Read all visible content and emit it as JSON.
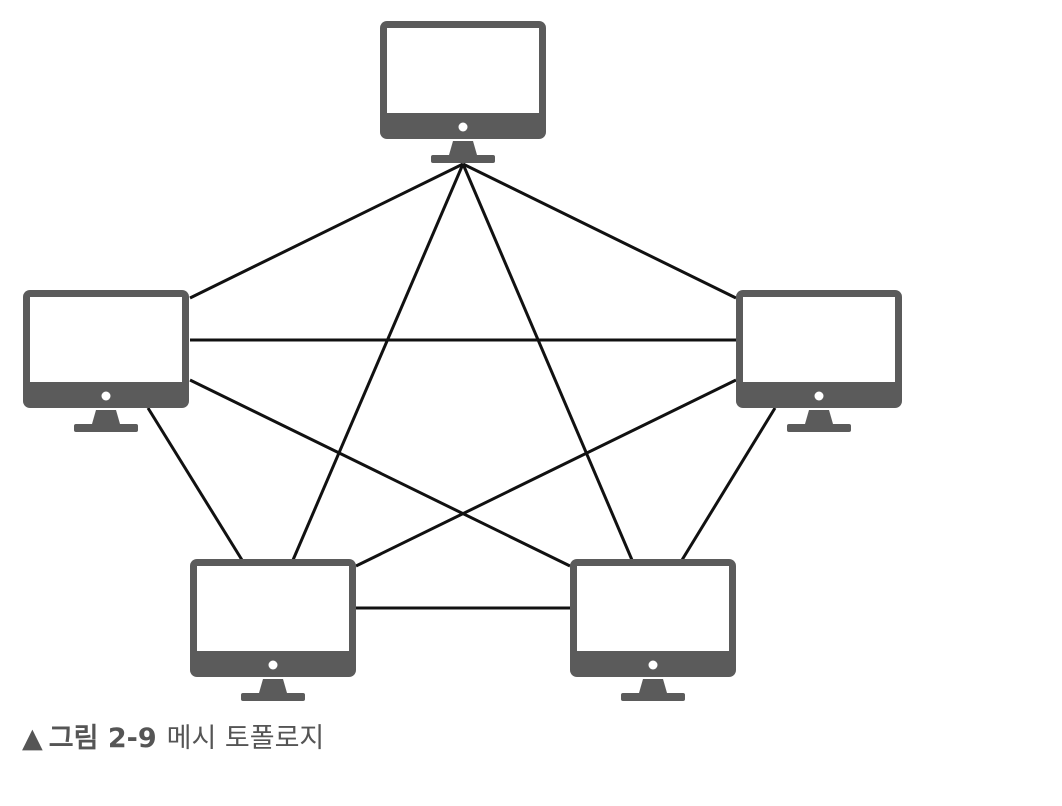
{
  "diagram": {
    "type": "mesh-topology",
    "nodes": [
      {
        "id": "top",
        "kind": "computer-monitor"
      },
      {
        "id": "left",
        "kind": "computer-monitor"
      },
      {
        "id": "right",
        "kind": "computer-monitor"
      },
      {
        "id": "bottom-left",
        "kind": "computer-monitor"
      },
      {
        "id": "bottom-right",
        "kind": "computer-monitor"
      }
    ],
    "edges": [
      [
        "top",
        "left"
      ],
      [
        "top",
        "right"
      ],
      [
        "top",
        "bottom-left"
      ],
      [
        "top",
        "bottom-right"
      ],
      [
        "left",
        "right"
      ],
      [
        "left",
        "bottom-left"
      ],
      [
        "left",
        "bottom-right"
      ],
      [
        "right",
        "bottom-left"
      ],
      [
        "right",
        "bottom-right"
      ],
      [
        "bottom-left",
        "bottom-right"
      ]
    ],
    "colors": {
      "monitor": "#5b5b5b",
      "screen": "#ffffff",
      "line": "#111111"
    }
  },
  "caption": {
    "marker": "▲",
    "label": "그림 2-9",
    "title": "메시 토폴로지"
  }
}
